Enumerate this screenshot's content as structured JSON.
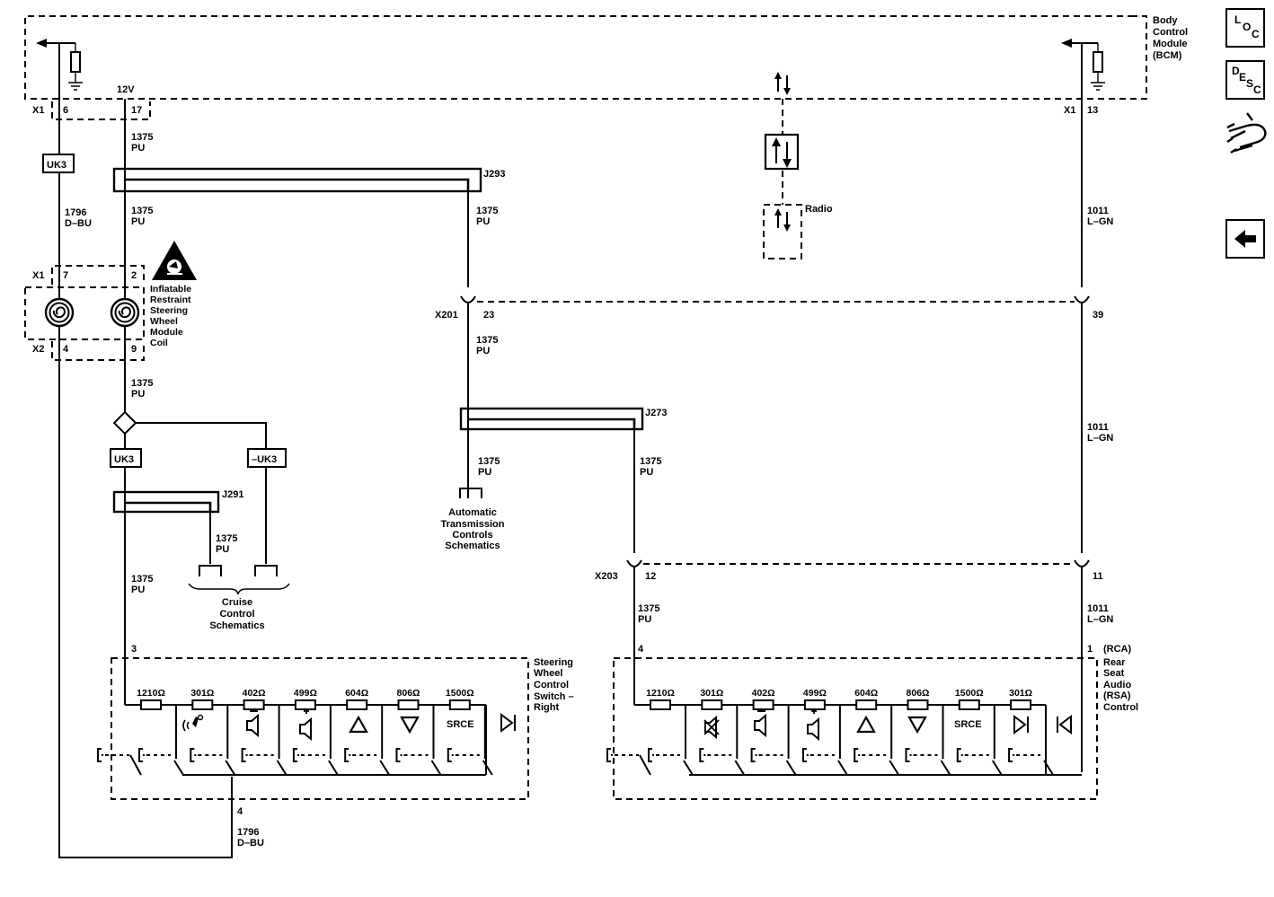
{
  "modules": {
    "bcm": [
      "Body",
      "Control",
      "Module",
      "(BCM)"
    ],
    "radio": "Radio",
    "coil": [
      "Inflatable",
      "Restraint",
      "Steering",
      "Wheel",
      "Module",
      "Coil"
    ],
    "swc_right": [
      "Steering",
      "Wheel",
      "Control",
      "Switch –",
      "Right"
    ],
    "rsa": [
      "(RCA)",
      "Rear",
      "Seat",
      "Audio",
      "(RSA)",
      "Control"
    ]
  },
  "refs": {
    "cruise": [
      "Cruise",
      "Control",
      "Schematics"
    ],
    "trans": [
      "Automatic",
      "Transmission",
      "Controls",
      "Schematics"
    ]
  },
  "connectors": {
    "x1": "X1",
    "x2": "X2",
    "x201": "X201",
    "x203": "X203",
    "p6": "6",
    "p17": "17",
    "p13": "13",
    "p7": "7",
    "p2": "2",
    "p4a": "4",
    "p9": "9",
    "p23": "23",
    "p39": "39",
    "p12": "12",
    "p11": "11",
    "p3": "3",
    "p4b": "4",
    "p1": "1",
    "p4c": "4"
  },
  "splices": {
    "j293": "J293",
    "j273": "J273",
    "j291": "J291"
  },
  "options": {
    "uk3": "UK3",
    "not_uk3": "–UK3"
  },
  "voltage": "12V",
  "wires": {
    "c1375": "1375",
    "pu": "PU",
    "c1796": "1796",
    "dbu": "D–BU",
    "c1011": "1011",
    "lgn": "L–GN"
  },
  "resistors_left": [
    "1210Ω",
    "301Ω",
    "402Ω",
    "499Ω",
    "604Ω",
    "806Ω",
    "1500Ω"
  ],
  "resistors_right": [
    "1210Ω",
    "301Ω",
    "402Ω",
    "499Ω",
    "604Ω",
    "806Ω",
    "1500Ω",
    "301Ω"
  ],
  "srce_label": "SRCE",
  "nav": {
    "loc": {
      "l1": "L",
      "l2": "O",
      "l3": "C"
    },
    "desc": {
      "l1": "D",
      "l2": "E",
      "l3": "S",
      "l4": "C"
    }
  }
}
